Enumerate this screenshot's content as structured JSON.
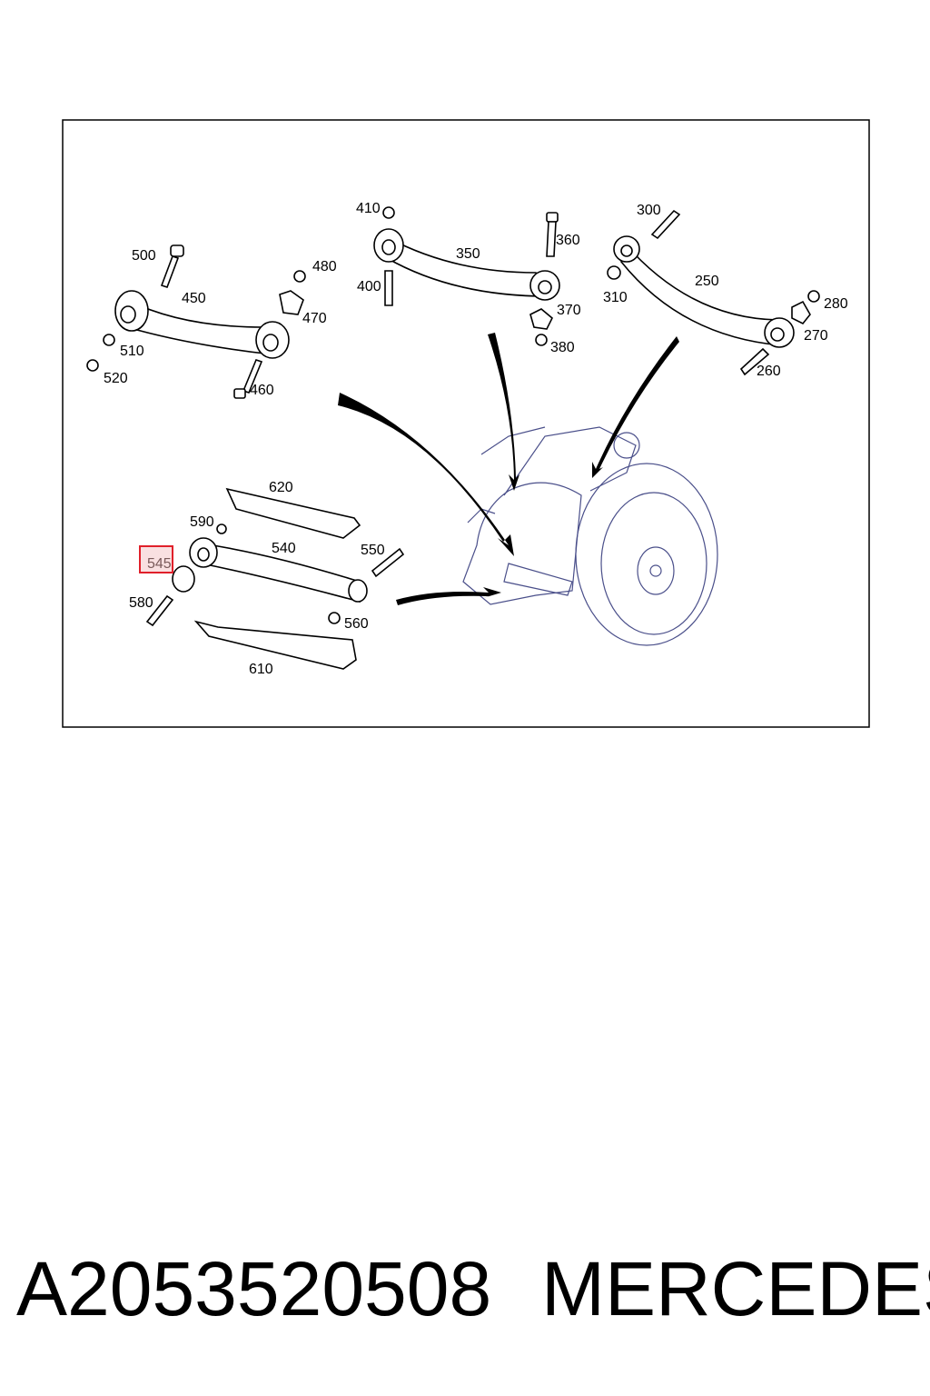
{
  "diagram": {
    "labels": {
      "p300": "300",
      "p250": "250",
      "p260": "260",
      "p270": "270",
      "p280": "280",
      "p310": "310",
      "p350": "350",
      "p360": "360",
      "p370": "370",
      "p380": "380",
      "p400": "400",
      "p410": "410",
      "p450": "450",
      "p460": "460",
      "p470": "470",
      "p480": "480",
      "p500": "500",
      "p510": "510",
      "p520": "520",
      "p540": "540",
      "p545": "545",
      "p550": "550",
      "p560": "560",
      "p580": "580",
      "p590": "590",
      "p610": "610",
      "p620": "620"
    },
    "highlighted_part": "545",
    "highlight_color": "#e0202a"
  },
  "caption": {
    "part_number": "A2053520508",
    "brand": "MERCEDES"
  }
}
